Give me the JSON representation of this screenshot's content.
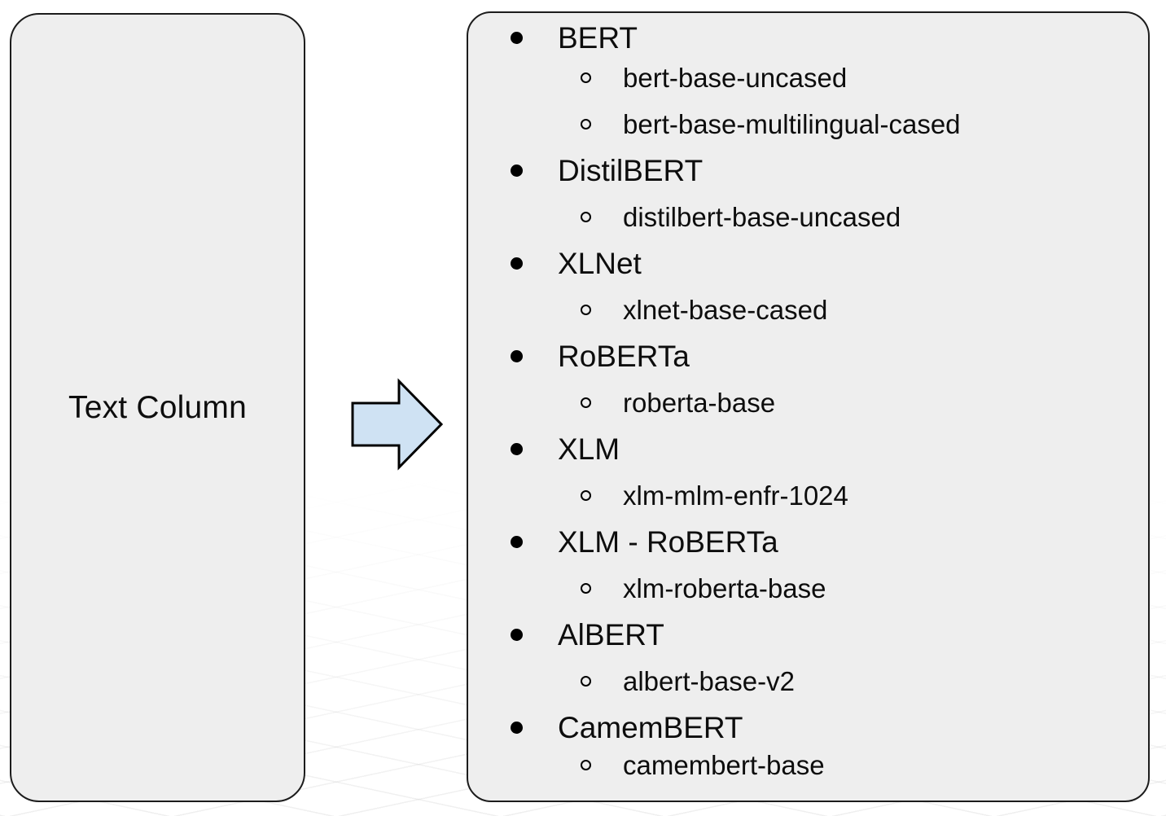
{
  "diagram": {
    "source_box": {
      "label": "Text Column"
    },
    "arrow": {
      "direction": "right",
      "fill_color": "#cfe2f3",
      "border_color": "#000000"
    },
    "models_box": {
      "families": [
        {
          "name": "BERT",
          "variants": [
            "bert-base-uncased",
            "bert-base-multilingual-cased"
          ]
        },
        {
          "name": "DistilBERT",
          "variants": [
            "distilbert-base-uncased"
          ]
        },
        {
          "name": "XLNet",
          "variants": [
            "xlnet-base-cased"
          ]
        },
        {
          "name": "RoBERTa",
          "variants": [
            "roberta-base"
          ]
        },
        {
          "name": "XLM",
          "variants": [
            "xlm-mlm-enfr-1024"
          ]
        },
        {
          "name": "XLM - RoBERTa",
          "variants": [
            "xlm-roberta-base"
          ]
        },
        {
          "name": "AlBERT",
          "variants": [
            "albert-base-v2"
          ]
        },
        {
          "name": "CamemBERT",
          "variants": [
            "camembert-base"
          ]
        }
      ]
    },
    "colors": {
      "box_fill": "#eeeeee",
      "box_border": "#1c1c1c",
      "background": "#ffffff"
    }
  }
}
